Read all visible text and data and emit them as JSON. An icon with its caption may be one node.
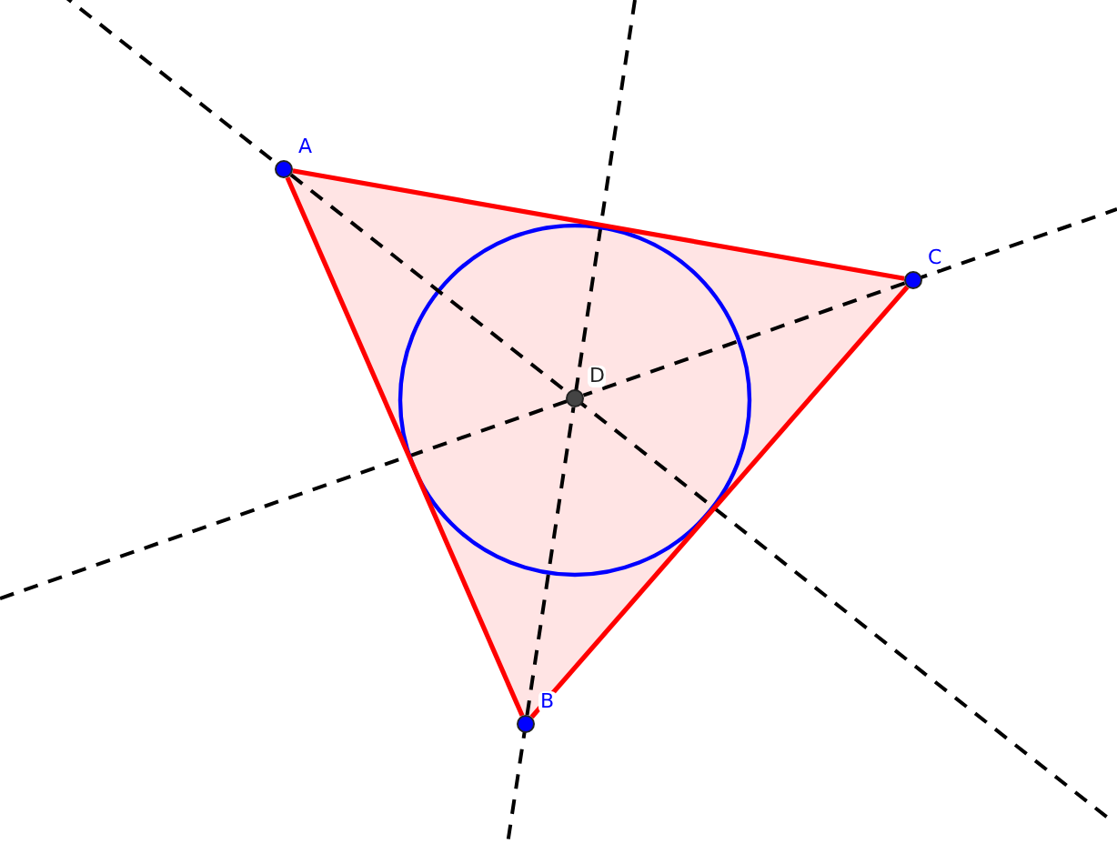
{
  "diagram": {
    "nodes": [
      {
        "text": [
          "A"
        ]
      },
      {
        "text": [
          "B"
        ]
      },
      {
        "text": [
          "C"
        ]
      },
      {
        "text": [
          "D"
        ]
      }
    ],
    "edges": [
      {
        "from": 0,
        "to": 2,
        "arrow": "none",
        "color": "#ff0000"
      },
      {
        "from": 2,
        "to": 1,
        "arrow": "none",
        "color": "#ff0000"
      },
      {
        "from": 1,
        "to": 0,
        "arrow": "none",
        "color": "#ff0000"
      },
      {
        "from": 0,
        "to": 3,
        "arrow": "none",
        "style": "dashed",
        "color": "#000000"
      },
      {
        "from": 1,
        "to": 3,
        "arrow": "none",
        "style": "dashed",
        "color": "#000000"
      },
      {
        "from": 2,
        "to": 3,
        "arrow": "none",
        "style": "dashed",
        "color": "#000000"
      }
    ]
  }
}
